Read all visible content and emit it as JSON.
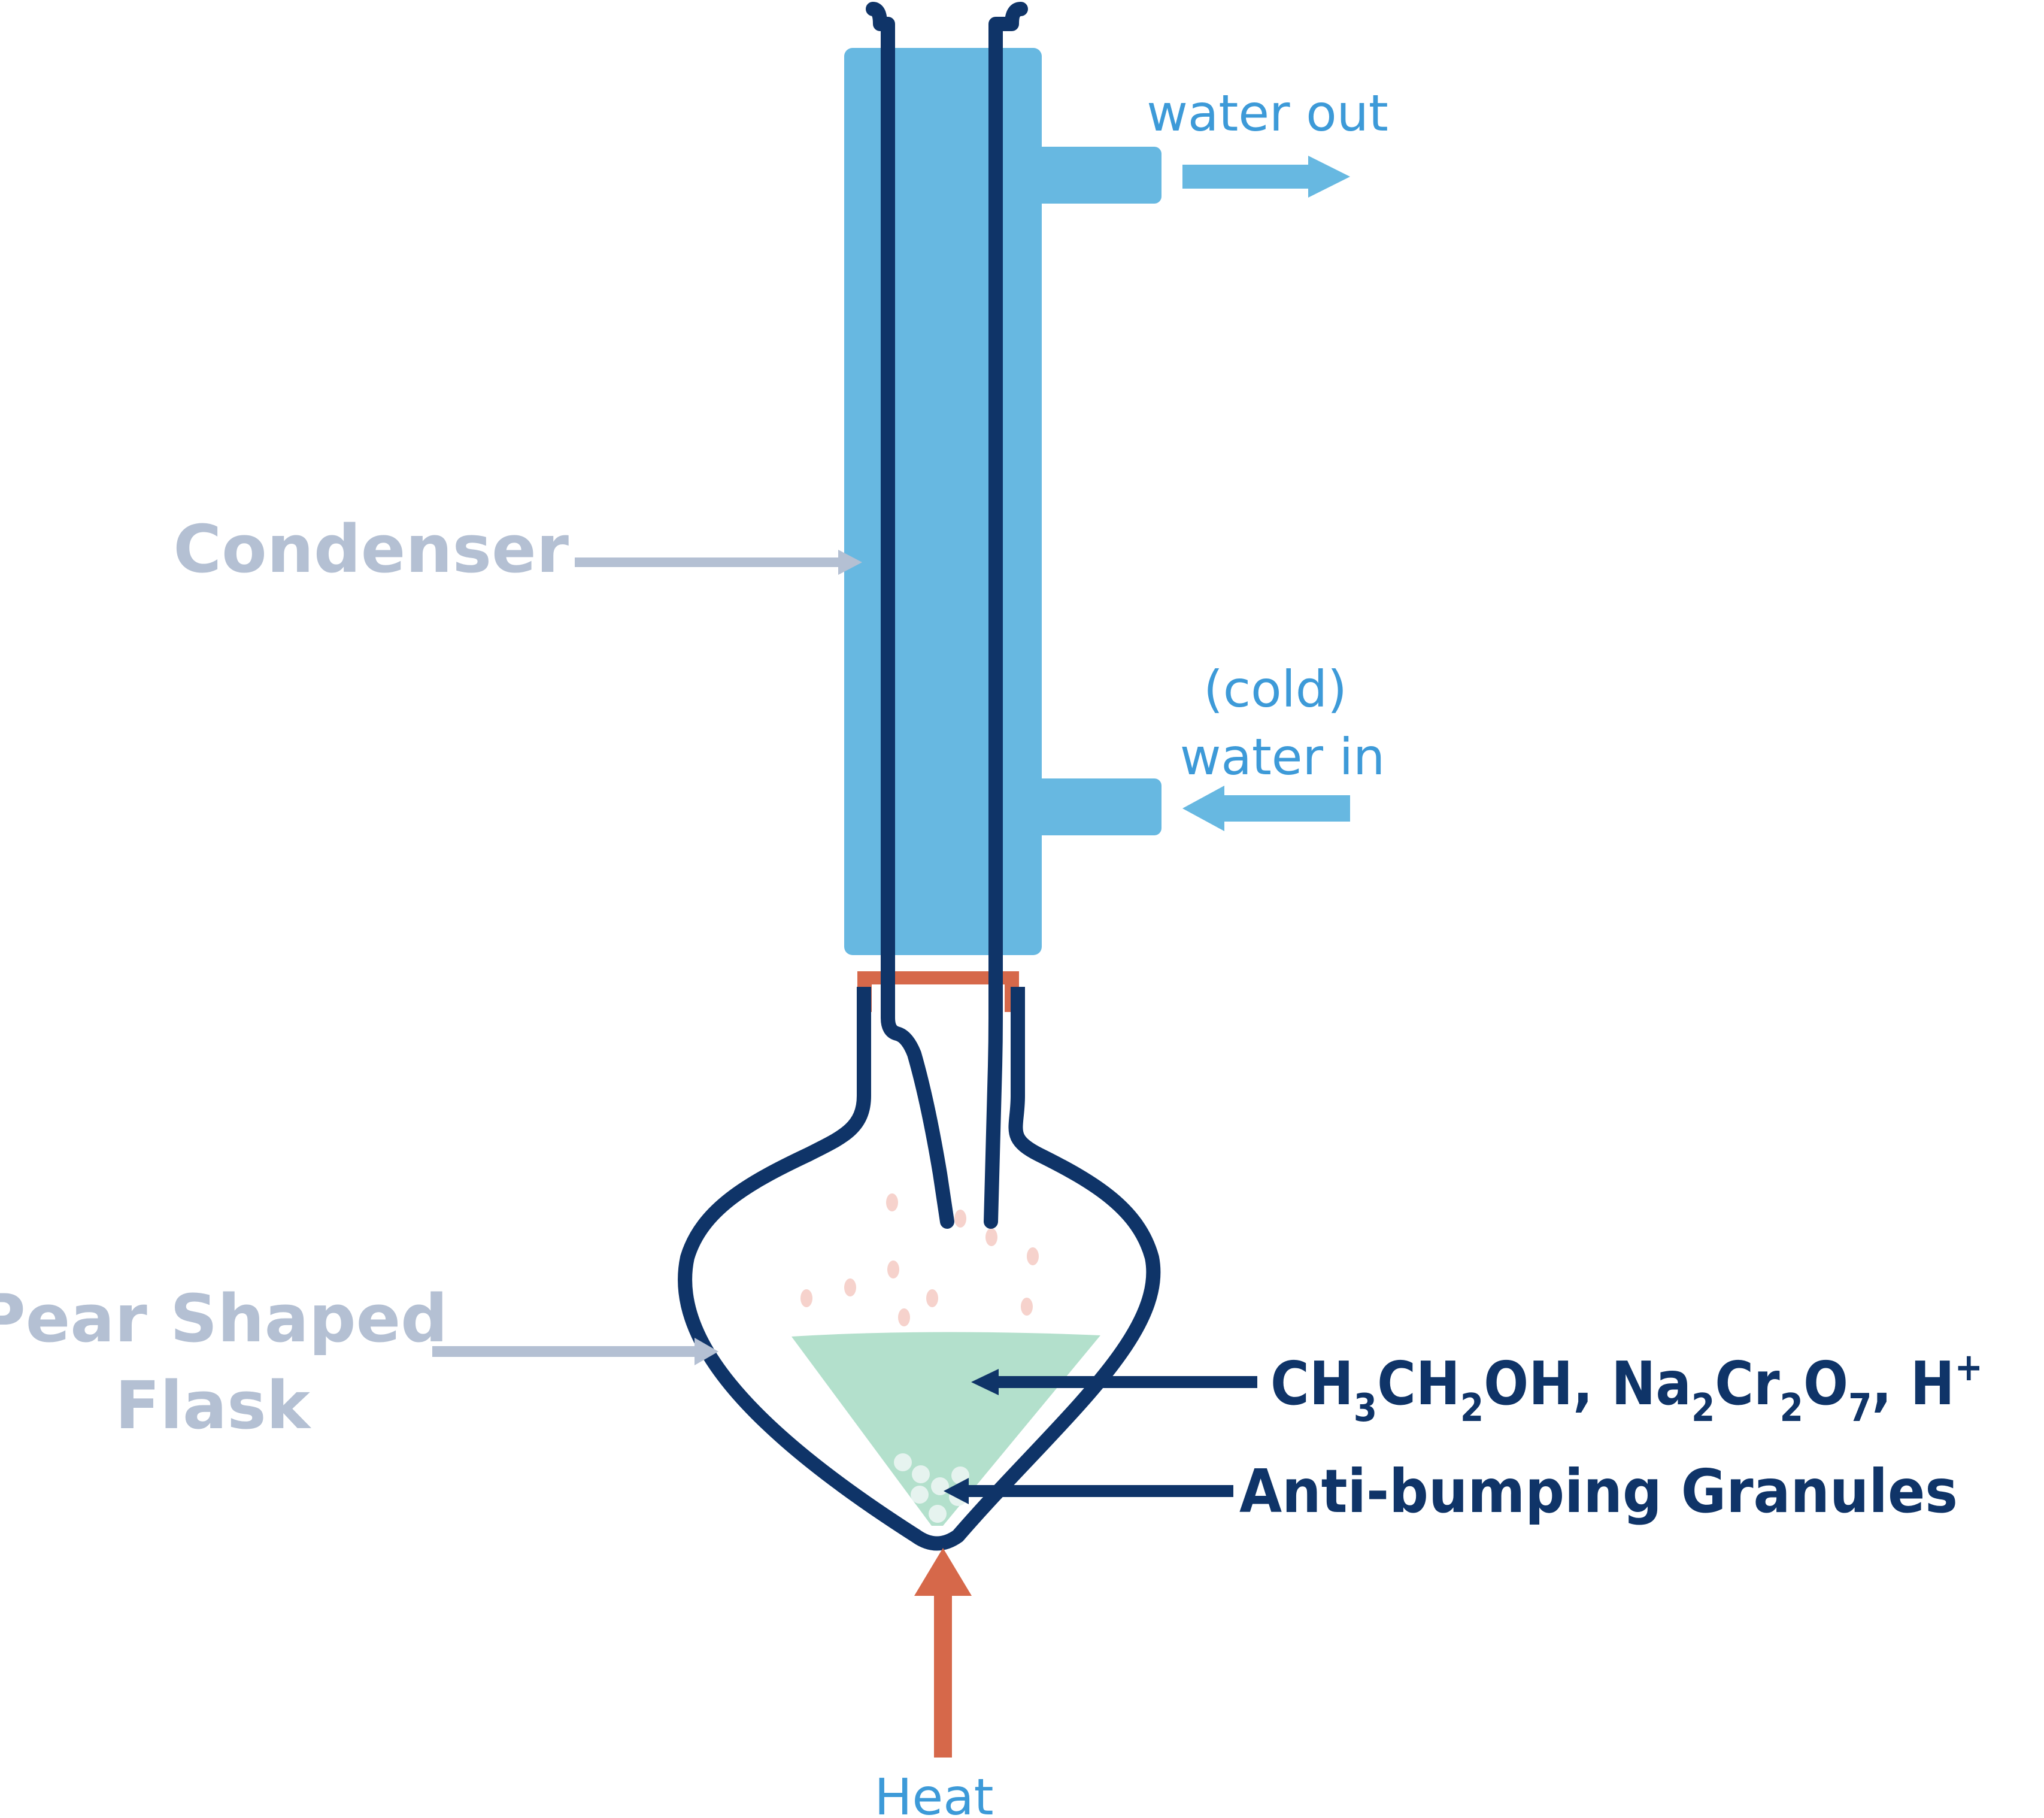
{
  "labels": {
    "water_out": "water out",
    "cold": "(cold)",
    "water_in": "water in",
    "condenser": "Condenser",
    "flask_line1": "Pear Shaped",
    "flask_line2": "Flask",
    "reagents": {
      "p1": "CH",
      "s1": "3",
      "p2": "CH",
      "s2": "2",
      "p3": "OH, Na",
      "s3": "2",
      "p4": "Cr",
      "s4": "2",
      "p5": "O",
      "s5": "7",
      "p6": ", H",
      "sup": "+"
    },
    "granules": "Anti-bumping Granules",
    "heat": "Heat"
  },
  "colors": {
    "condenser_blue": "#67b8e1",
    "label_blue": "#3d9ad8",
    "navy": "#0f3468",
    "grey_label": "#b4c0d3",
    "heat_orange": "#d6684a",
    "solution_green": "#b3e0cc",
    "vapour_dot": "#f6d2cc",
    "granule": "#e6f3ef"
  }
}
